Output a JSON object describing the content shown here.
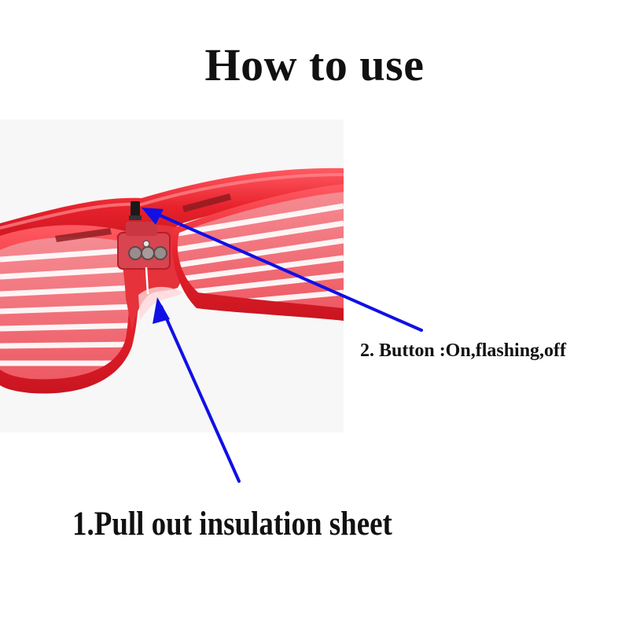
{
  "title": "How to use",
  "product": {
    "icon": "shutter-glasses-photo",
    "frame_color": "#e8222c",
    "lens_color": "#f06a73"
  },
  "callouts": {
    "button_label": "2. Button :On,flashing,off",
    "insulation_label": "1.Pull out insulation sheet",
    "arrow_color": "#1010e6"
  }
}
